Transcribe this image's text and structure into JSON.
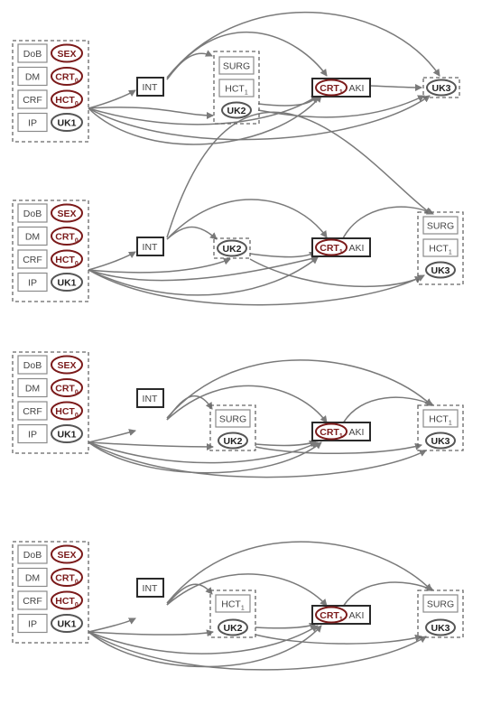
{
  "colors": {
    "observed": "#7b1a1a",
    "unknown": "#555555",
    "arrow": "#7a7a7a",
    "box": "#8a8a8a"
  },
  "labels": {
    "dob": "DoB",
    "sex": "SEX",
    "dm": "DM",
    "crt": "CRT",
    "crf": "CRF",
    "hct": "HCT",
    "ip": "IP",
    "uk1": "UK1",
    "int": "INT",
    "surg": "SURG",
    "uk2": "UK2",
    "aki": "AKI",
    "uk3": "UK3",
    "sub0": "0",
    "sub1": "1"
  }
}
